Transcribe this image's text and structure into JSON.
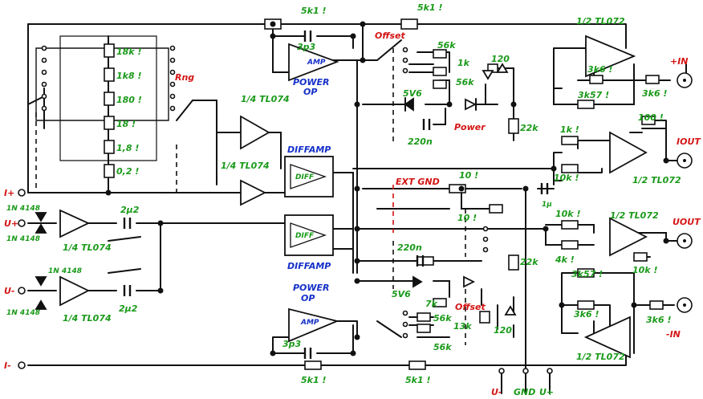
{
  "labels": {
    "r_5k1_top_a": "5k1 !",
    "r_5k1_top_b": "5k1 !",
    "c_3p3_top": "3p3",
    "amp_top": "AMP",
    "power_op_top_1": "POWER",
    "power_op_top_2": "OP",
    "offset_top": "Offset",
    "r_56k_top": "56k",
    "r_1k": "1k",
    "r_56k_top_b": "56k",
    "r_120_top": "120",
    "zener_5v6_top": "5V6",
    "c_220n_top": "220n",
    "r_22k_top": "22k",
    "power_led": "Power",
    "r_18k": "18k !",
    "r_1k8": "1k8 !",
    "r_180": "180 !",
    "r_18": "18 !",
    "r_1_8": "1,8 !",
    "r_0_2": "0,2 !",
    "range": "Rng",
    "buf_tl074_top": "1/4 TL074",
    "buf_tl074_i": "1/4 TL074",
    "diffamp_top": "DIFFAMP",
    "diff_box_top": "DIFF",
    "diffamp_bottom": "DIFFAMP",
    "diff_box_bottom": "DIFF",
    "i_plus": "I+",
    "i_minus": "I-",
    "u_plus": "U+",
    "u_minus": "U-",
    "d_1n4148_a": "1N 4148",
    "d_1n4148_b": "1N 4148",
    "d_1n4148_c": "1N 4148",
    "d_1n4148_d": "1N 4148",
    "buf_u_plus": "1/4 TL074",
    "buf_u_minus": "1/4 TL074",
    "c_2u2_a": "2µ2",
    "c_2u2_b": "2µ2",
    "ext_gnd": "EXT GND",
    "r_10_a": "10 !",
    "r_10_b": "10 !",
    "c_1u": "1µ",
    "tl072_top_amp": "1/2 TL072",
    "plus_in": "+IN",
    "r_3k6_a": "3k6 !",
    "r_3k57_a": "3k57 !",
    "r_3k6_b": "3k6 !",
    "r_100_a": "100 !",
    "i_out": "IOUT",
    "r_1k_i": "1k !",
    "r_10k_i": "10k !",
    "tl072_i": "1/2 TL072",
    "r_10k_u": "10k !",
    "tl072_u": "1/2 TL072",
    "u_out": "UOUT",
    "r_4k_u": "4k !",
    "r_10k_u2": "10k !",
    "c_220n_bot": "220n",
    "zener_5v6_bot": "5V6",
    "r_7k": "7k",
    "r_5k6_bot": "56k",
    "r_13k": "13k",
    "r_56k_bot": "56k",
    "offset_bot": "Offset",
    "r_22k_bot": "22k",
    "r_120_bot": "120",
    "power_op_bot_1": "POWER",
    "power_op_bot_2": "OP",
    "amp_bot": "AMP",
    "c_3p3_bot": "3p3",
    "r_5k1_bot_a": "5k1 !",
    "r_5k1_bot_b": "5k1 !",
    "r_3k57_b": "3k57 !",
    "r_3k6_c": "3k6 !",
    "r_3k6_d": "3k6 !",
    "tl072_bot": "1/2 TL072",
    "minus_in": "-IN",
    "v_minus": "U-",
    "gnd": "GND",
    "v_plus": "U+"
  }
}
